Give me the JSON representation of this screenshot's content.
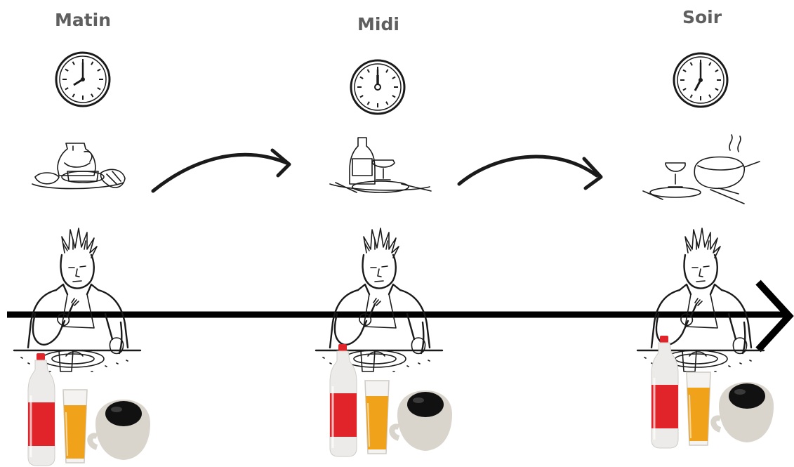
{
  "meals": [
    {
      "label": "Matin",
      "clock_icon": "clock-8-oclock-icon",
      "food_icon": "breakfast-icon"
    },
    {
      "label": "Midi",
      "clock_icon": "clock-12-oclock-icon",
      "food_icon": "lunch-icon"
    },
    {
      "label": "Soir",
      "clock_icon": "clock-7-oclock-icon",
      "food_icon": "dinner-icon"
    }
  ],
  "drinks": [
    "soda-bottle-icon",
    "juice-glass-icon",
    "coffee-cup-icon"
  ],
  "colors": {
    "ink": "#1a1a1a",
    "label": "#5f5f5f",
    "soda_red": "#e0242a",
    "juice": "#f0a21a",
    "cup": "#d9d4cc"
  }
}
